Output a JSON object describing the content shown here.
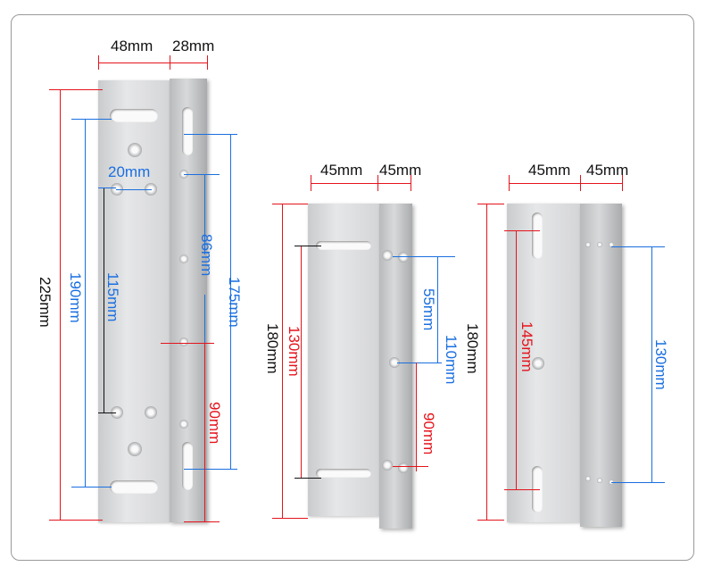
{
  "title": "Bracket dimension diagram",
  "colors": {
    "red": "#e4141c",
    "blue": "#1a6fe0",
    "black": "#111111"
  },
  "bracket_long": {
    "width_plate": "48mm",
    "width_flange": "28mm",
    "total_length": "225mm",
    "slot_spacing": "190mm",
    "hole_spacing": "115mm",
    "hole_gap": "20mm",
    "flange_hole_a": "86mm",
    "flange_slot_span": "175mm",
    "flange_hole_b": "90mm"
  },
  "bracket_middle": {
    "width_plate": "45mm",
    "width_flange": "45mm",
    "total_length": "180mm",
    "slot_spacing": "130mm",
    "hole_a": "55mm",
    "hole_span": "110mm",
    "hole_b": "90mm"
  },
  "bracket_right": {
    "width_plate": "45mm",
    "width_flange": "45mm",
    "total_length": "180mm",
    "slot_spacing": "145mm",
    "hole_span": "130mm"
  }
}
